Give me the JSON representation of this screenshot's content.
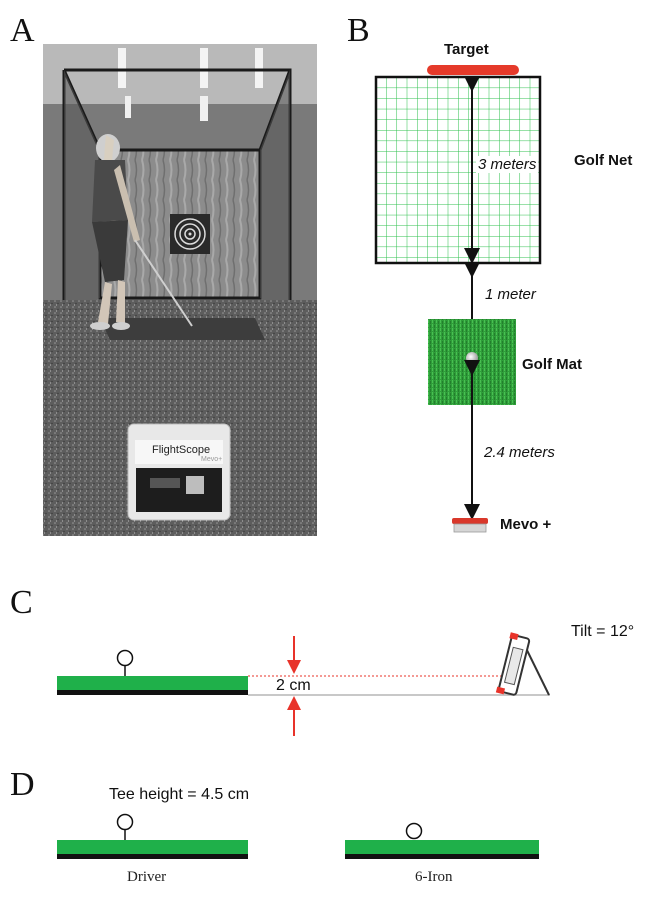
{
  "panels": {
    "a": "A",
    "b": "B",
    "c": "C",
    "d": "D"
  },
  "photo": {
    "device_brand": "FlightScope",
    "device_model": "Mevo+"
  },
  "diagram_b": {
    "target_label": "Target",
    "net_label": "Golf Net",
    "net_distance": "3 meters",
    "gap_distance": "1 meter",
    "mat_label": "Golf Mat",
    "mevo_distance": "2.4 meters",
    "mevo_label": "Mevo +"
  },
  "diagram_c": {
    "height_label": "2 cm",
    "tilt_label": "Tilt = 12°"
  },
  "diagram_d": {
    "tee_height_label": "Tee height = 4.5 cm",
    "driver_label": "Driver",
    "iron_label": "6-Iron"
  },
  "colors": {
    "mat_green": "#1fb04a",
    "grid_green": "#2bbf4a",
    "target_red": "#e53a2a",
    "arrow_red": "#e8332a"
  }
}
